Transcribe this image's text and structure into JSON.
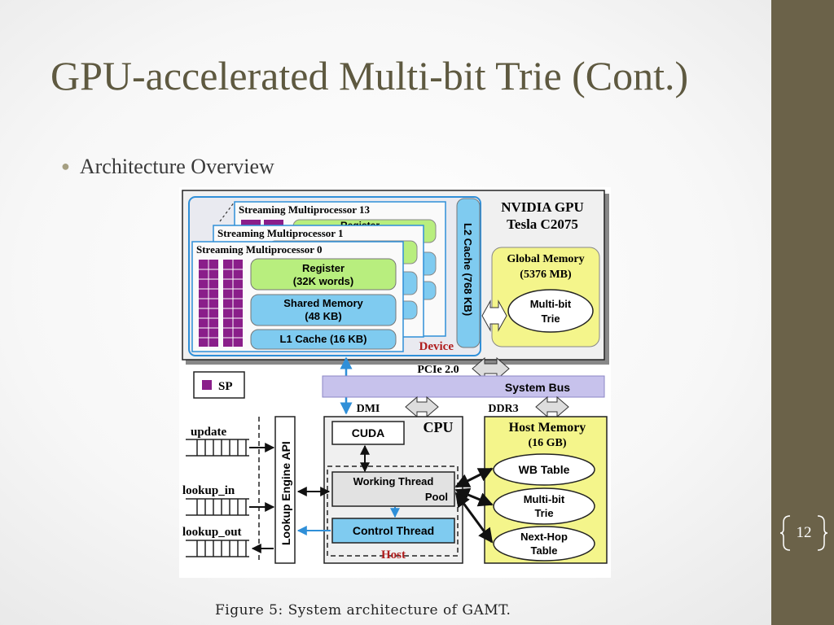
{
  "slide": {
    "title": "GPU-accelerated Multi-bit Trie (Cont.)",
    "bullet": "Architecture Overview",
    "slide_number": "12",
    "caption": "Figure 5: System architecture of GAMT."
  },
  "colors": {
    "sidebar": "#6b6249",
    "title": "#5e5940",
    "register_green": "#b8ee7e",
    "memory_blue": "#7fcbf0",
    "host_yellow": "#f4f58b",
    "sp_purple": "#8a1e8a",
    "system_bus": "#c7c2ec"
  },
  "diagram": {
    "gpu_name": "NVIDIA GPU",
    "gpu_model": "Tesla C2075",
    "sm_13": "Streaming Multiprocessor 13",
    "sm_1": "Streaming Multiprocessor 1",
    "sm_0": "Streaming Multiprocessor 0",
    "register_behind": "Register",
    "register_line1": "Register",
    "register_line2": "(32K words)",
    "shared_line1": "Shared Memory",
    "shared_line2": "(48 KB)",
    "l1": "L1 Cache (16 KB)",
    "l2": "L2 Cache (768 KB)",
    "device": "Device",
    "global_line1": "Global Memory",
    "global_line2": "(5376 MB)",
    "gpu_trie_line1": "Multi-bit",
    "gpu_trie_line2": "Trie",
    "pcie": "PCIe 2.0",
    "sp_legend": "SP",
    "system_bus": "System Bus",
    "dmi": "DMI",
    "ddr3": "DDR3",
    "cpu": "CPU",
    "cuda": "CUDA",
    "working_line1": "Working Thread",
    "working_line2": "Pool",
    "control": "Control Thread",
    "host": "Host",
    "host_mem_line1": "Host Memory",
    "host_mem_line2": "(16 GB)",
    "wb_table": "WB Table",
    "host_trie_line1": "Multi-bit",
    "host_trie_line2": "Trie",
    "nexthop_line1": "Next-Hop",
    "nexthop_line2": "Table",
    "api": "Lookup Engine  API",
    "queue_update": "update",
    "queue_lookup_in": "lookup_in",
    "queue_lookup_out": "lookup_out"
  }
}
